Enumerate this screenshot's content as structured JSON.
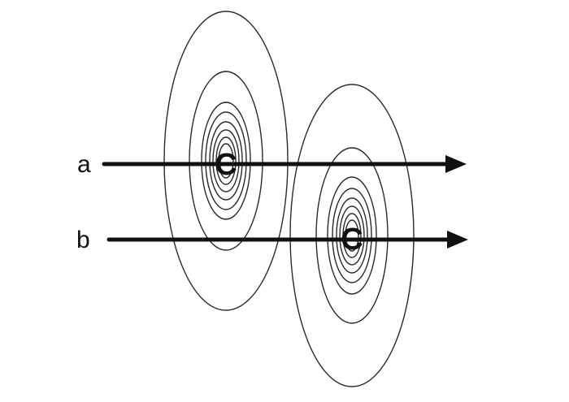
{
  "diagram": {
    "labels": {
      "a": "a",
      "b": "b",
      "center1": "C",
      "center2": "C"
    },
    "colors": {
      "ink": "#111111",
      "background": "#ffffff"
    },
    "description_note": ""
  }
}
